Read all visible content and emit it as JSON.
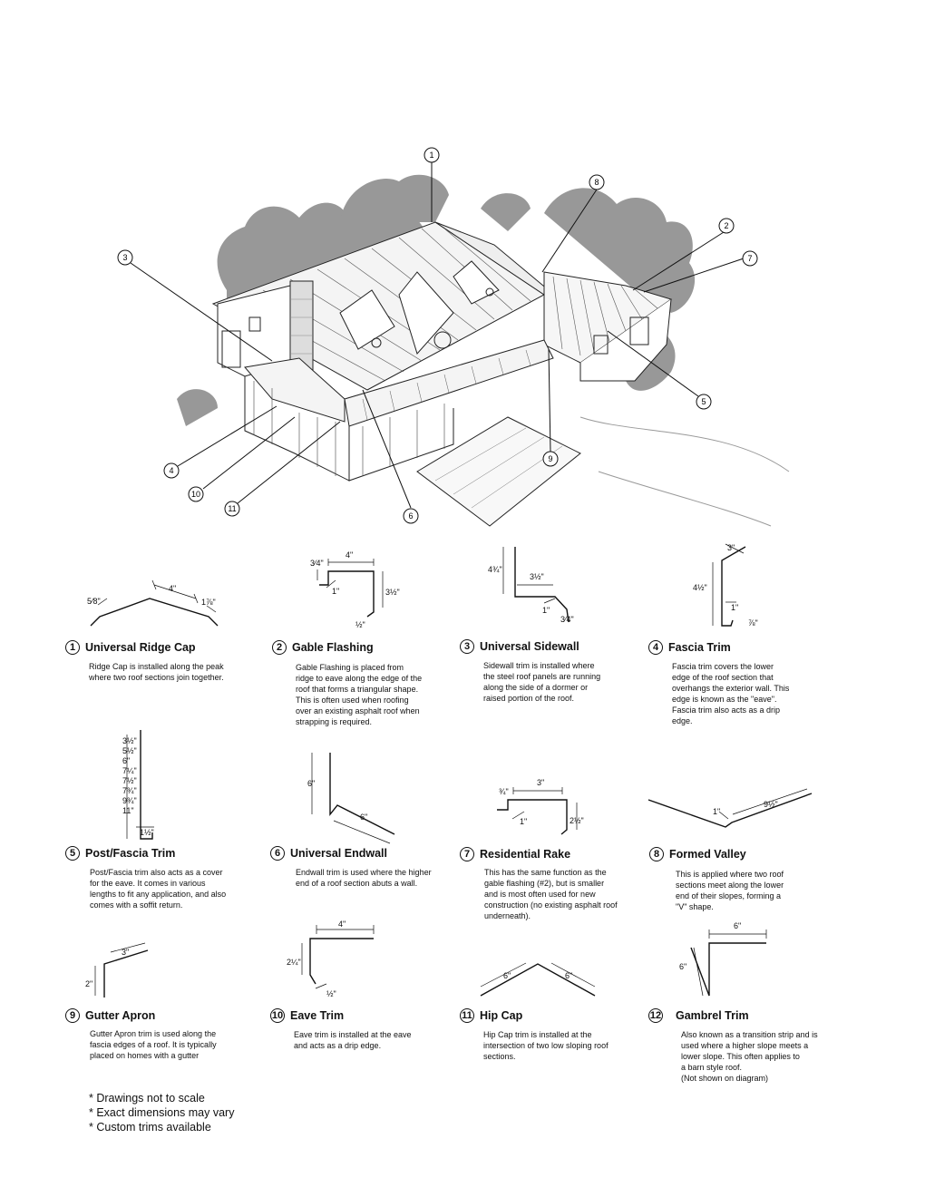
{
  "house": {
    "callouts": [
      "1",
      "8",
      "2",
      "3",
      "7",
      "5",
      "9",
      "4",
      "10",
      "11",
      "6"
    ]
  },
  "trims": [
    {
      "num": "1",
      "title": "Universal Ridge Cap",
      "desc": [
        "Ridge Cap is installed along the peak",
        "where two roof sections join together."
      ],
      "dims": [
        "4\"",
        "5⁄8\"",
        "1⅞\""
      ]
    },
    {
      "num": "2",
      "title": "Gable Flashing",
      "desc": [
        "Gable Flashing is placed from",
        "ridge to eave along the edge of the",
        "roof that forms a triangular shape.",
        "This is often used when roofing",
        "over an existing asphalt roof when",
        "strapping is required."
      ],
      "dims": [
        "4\"",
        "3⁄4\"",
        "1\"",
        "3½\"",
        "½\""
      ]
    },
    {
      "num": "3",
      "title": "Universal Sidewall",
      "desc": [
        "Sidewall trim is installed where",
        "the steel roof panels are running",
        "along the side of a dormer or",
        "raised portion of the roof."
      ],
      "dims": [
        "4¾\"",
        "3½\"",
        "1\"",
        "3⁄4\""
      ]
    },
    {
      "num": "4",
      "title": "Fascia Trim",
      "desc": [
        "Fascia trim covers the lower",
        "edge of the roof section that",
        "overhangs the exterior wall. This",
        "edge is known as the \"eave\".",
        "Fascia trim also acts as a drip",
        "edge."
      ],
      "dims": [
        "3\"",
        "4½\"",
        "1\"",
        "⅞\""
      ]
    },
    {
      "num": "5",
      "title": "Post/Fascia Trim",
      "desc": [
        "Post/Fascia trim also acts as a cover",
        "for the eave. It comes in various",
        "lengths to fit any application, and also",
        "comes with a soffit return."
      ],
      "dims": [
        "3½\"",
        "5½\"",
        "6\"",
        "7¼\"",
        "7½\"",
        "7¾\"",
        "9¾\"",
        "11\"",
        "1½\""
      ]
    },
    {
      "num": "6",
      "title": "Universal Endwall",
      "desc": [
        "Endwall trim is used where the higher",
        "end of a roof section abuts a wall."
      ],
      "dims": [
        "6\"",
        "6\""
      ]
    },
    {
      "num": "7",
      "title": "Residential Rake",
      "desc": [
        "This has the same function as the",
        "gable flashing (#2), but is smaller",
        "and is most often used for new",
        "construction (no existing asphalt roof",
        "underneath)."
      ],
      "dims": [
        "3\"",
        "¾\"",
        "1\"",
        "2½\""
      ]
    },
    {
      "num": "8",
      "title": "Formed Valley",
      "desc": [
        "This is applied where two roof",
        "sections meet along the lower",
        "end of their slopes, forming a",
        "\"V\" shape."
      ],
      "dims": [
        "1\"",
        "9½\""
      ]
    },
    {
      "num": "9",
      "title": "Gutter Apron",
      "desc": [
        "Gutter Apron trim is used along the",
        "fascia edges of a roof. It is typically",
        "placed on homes with a gutter"
      ],
      "dims": [
        "3\"",
        "2\""
      ]
    },
    {
      "num": "10",
      "title": "Eave Trim",
      "desc": [
        "Eave trim is installed at the eave",
        "and acts as a drip edge."
      ],
      "dims": [
        "4\"",
        "2¼\"",
        "½\""
      ]
    },
    {
      "num": "11",
      "title": "Hip Cap",
      "desc": [
        "Hip Cap trim is installed at the",
        "intersection of two low sloping roof",
        "sections."
      ],
      "dims": [
        "6\"",
        "6\""
      ]
    },
    {
      "num": "12",
      "title": "Gambrel Trim",
      "desc": [
        "Also known as a transition strip and is",
        "used where a higher slope meets a",
        "lower slope. This often applies to",
        "a barn style roof.",
        "(Not shown on diagram)"
      ],
      "dims": [
        "6\"",
        "6\""
      ]
    }
  ],
  "notes": [
    "* Drawings not to scale",
    "* Exact dimensions may vary",
    "* Custom trims available"
  ]
}
